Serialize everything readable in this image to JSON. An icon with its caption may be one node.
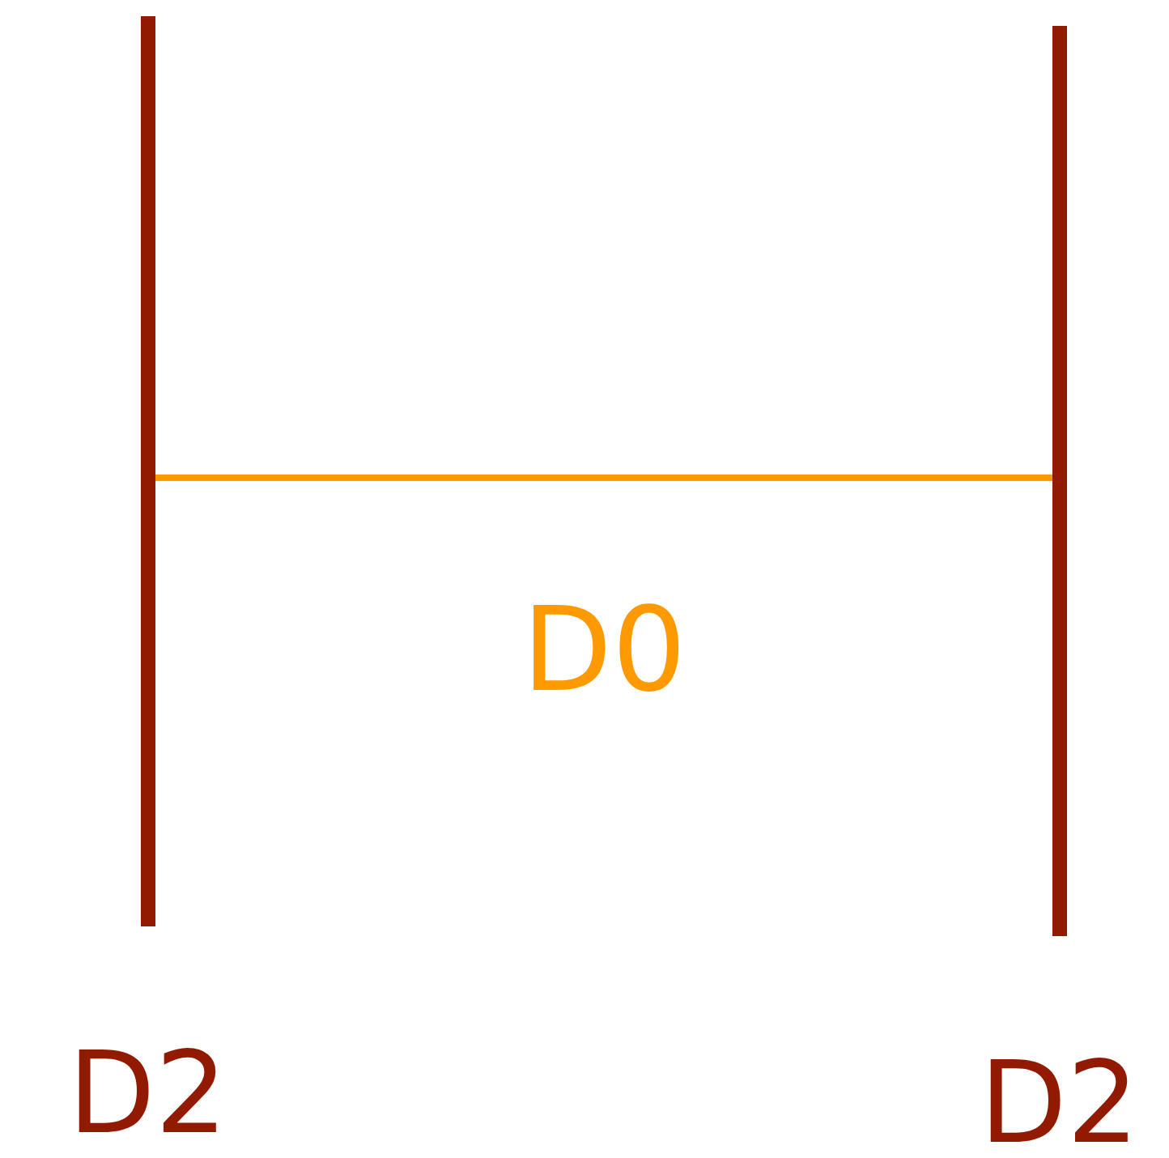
{
  "diagram": {
    "nodes": [
      {
        "text": [
          "D2"
        ]
      },
      {
        "text": [
          "D2"
        ]
      }
    ],
    "edges": [
      {
        "from": 0,
        "to": 1,
        "arrow": "none",
        "label": "D0"
      }
    ]
  }
}
